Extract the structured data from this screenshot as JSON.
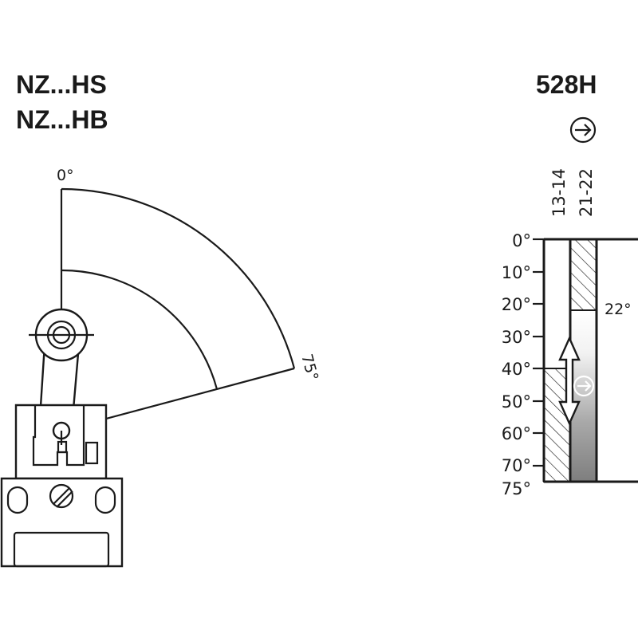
{
  "titles": {
    "model_line_1": "NZ...HS",
    "model_line_2": "NZ...HB",
    "actuator_code": "528H"
  },
  "lever": {
    "start_angle_label": "0°",
    "end_angle_label": "75°"
  },
  "contacts": [
    {
      "label": "13-14",
      "type": "normally-open",
      "closes_at_deg": 40
    },
    {
      "label": "21-22",
      "type": "normally-closed",
      "opens_at_deg": 22
    }
  ],
  "diagram": {
    "scale_labels": [
      "0°",
      "10°",
      "20°",
      "30°",
      "40°",
      "50°",
      "60°",
      "70°",
      "75°"
    ],
    "switch_point_label": "22°",
    "direction_symbol": "arrow-right-circle-icon",
    "positive_opening_symbol": "positive-opening-icon"
  }
}
